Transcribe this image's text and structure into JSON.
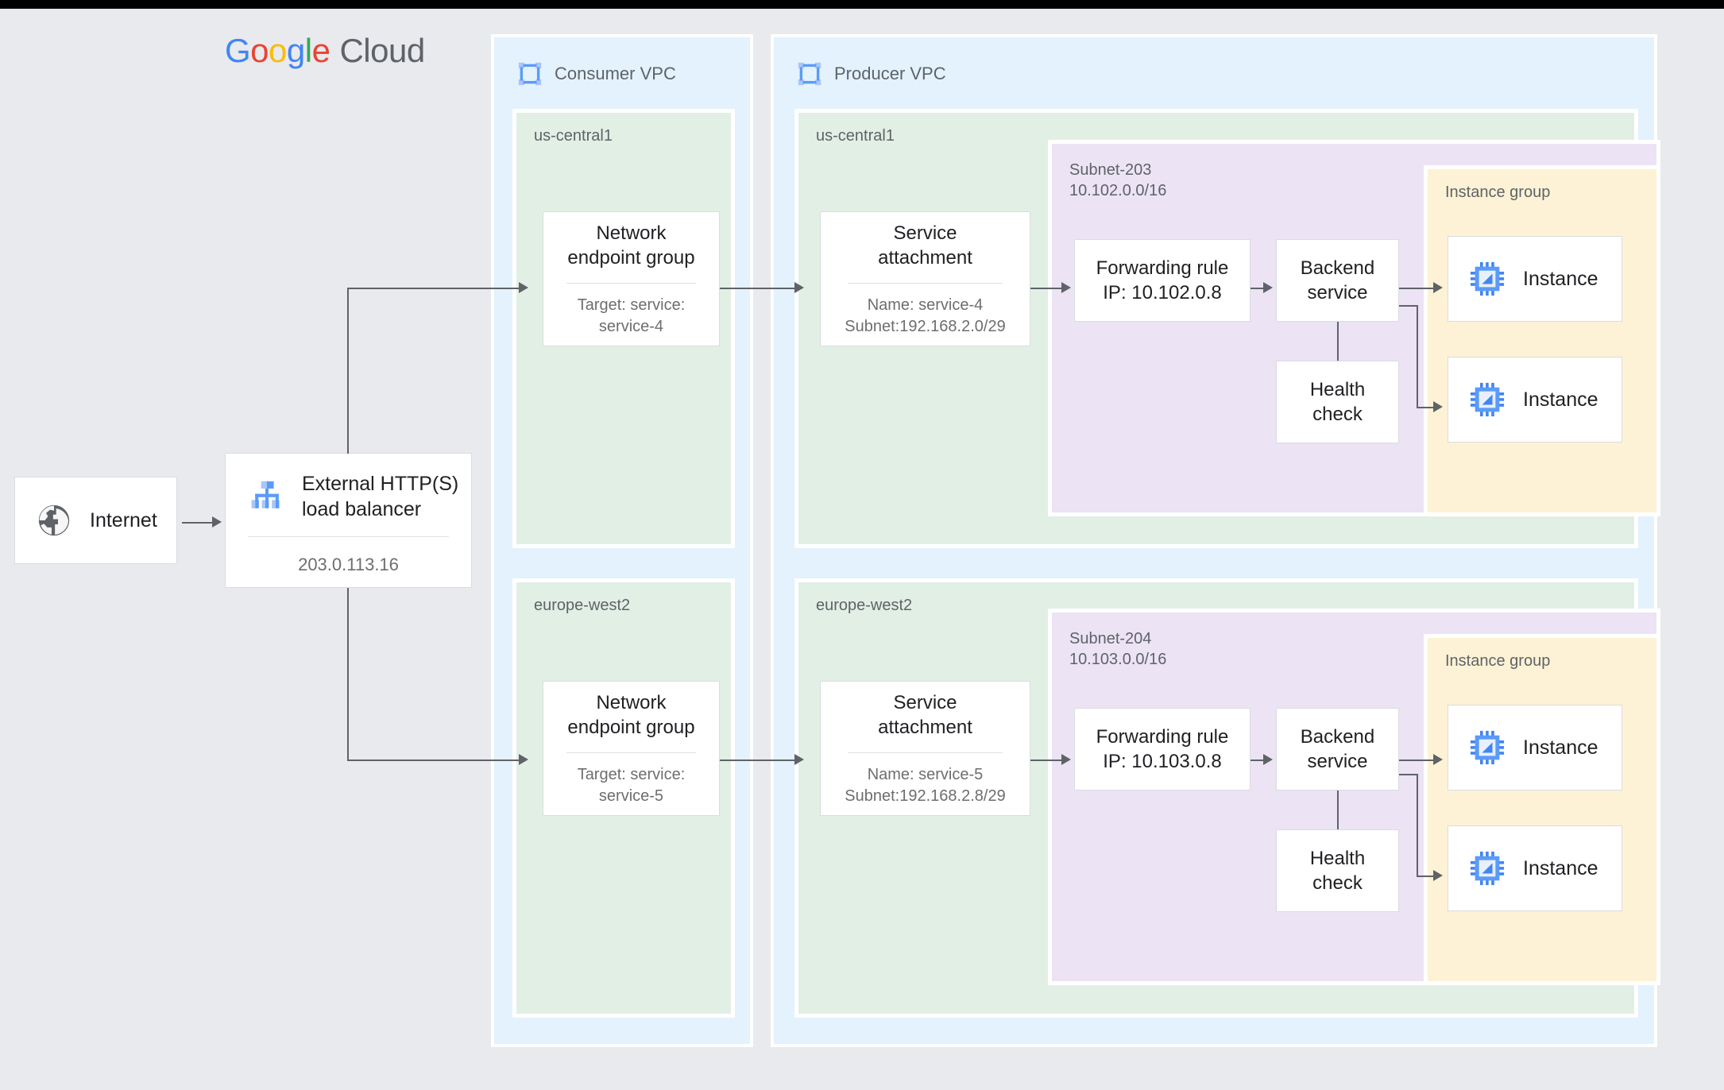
{
  "brand": {
    "google": [
      "G",
      "o",
      "o",
      "g",
      "l",
      "e"
    ],
    "cloud": "Cloud"
  },
  "nodes": {
    "internet": {
      "label": "Internet",
      "icon": "globe-icon"
    },
    "load_balancer": {
      "title": "External HTTP(S)\nload balancer",
      "ip": "203.0.113.16",
      "icon": "load-balancer-icon"
    }
  },
  "vpcs": [
    {
      "label": "Consumer VPC",
      "icon": "vpc-icon"
    },
    {
      "label": "Producer VPC",
      "icon": "vpc-icon"
    }
  ],
  "regions": {
    "consumer_top": "us-central1",
    "consumer_bottom": "europe-west2",
    "producer_top": "us-central1",
    "producer_bottom": "europe-west2"
  },
  "rows": [
    {
      "neg": {
        "title": "Network\nendpoint group",
        "sub": "Target: service:\nservice-4"
      },
      "service_attachment": {
        "title": "Service\nattachment",
        "sub": "Name: service-4\nSubnet:192.168.2.0/29"
      },
      "subnet": {
        "name": "Subnet-203",
        "cidr": "10.102.0.0/16"
      },
      "forwarding_rule": {
        "title": "Forwarding rule\nIP: 10.102.0.8"
      },
      "backend_service": {
        "title": "Backend\nservice"
      },
      "health_check": {
        "title": "Health\ncheck"
      },
      "instance_group": {
        "label": "Instance group",
        "instances": [
          {
            "label": "Instance",
            "icon": "cpu-chip-icon"
          },
          {
            "label": "Instance",
            "icon": "cpu-chip-icon"
          }
        ]
      }
    },
    {
      "neg": {
        "title": "Network\nendpoint group",
        "sub": "Target: service:\nservice-5"
      },
      "service_attachment": {
        "title": "Service\nattachment",
        "sub": "Name: service-5\nSubnet:192.168.2.8/29"
      },
      "subnet": {
        "name": "Subnet-204",
        "cidr": "10.103.0.0/16"
      },
      "forwarding_rule": {
        "title": "Forwarding rule\nIP: 10.103.0.8"
      },
      "backend_service": {
        "title": "Backend\nservice"
      },
      "health_check": {
        "title": "Health\ncheck"
      },
      "instance_group": {
        "label": "Instance group",
        "instances": [
          {
            "label": "Instance",
            "icon": "cpu-chip-icon"
          },
          {
            "label": "Instance",
            "icon": "cpu-chip-icon"
          }
        ]
      }
    }
  ],
  "colors": {
    "page_bg": "#e8eaed",
    "vpc_bg": "#e3f2fd",
    "region_bg": "#e2efe5",
    "subnet_bg": "#ece3f5",
    "instance_group_bg": "#fdf2d5",
    "connector": "#5f6368",
    "accent_blue": "#5b9bf8",
    "label_gray": "#5f6368"
  }
}
